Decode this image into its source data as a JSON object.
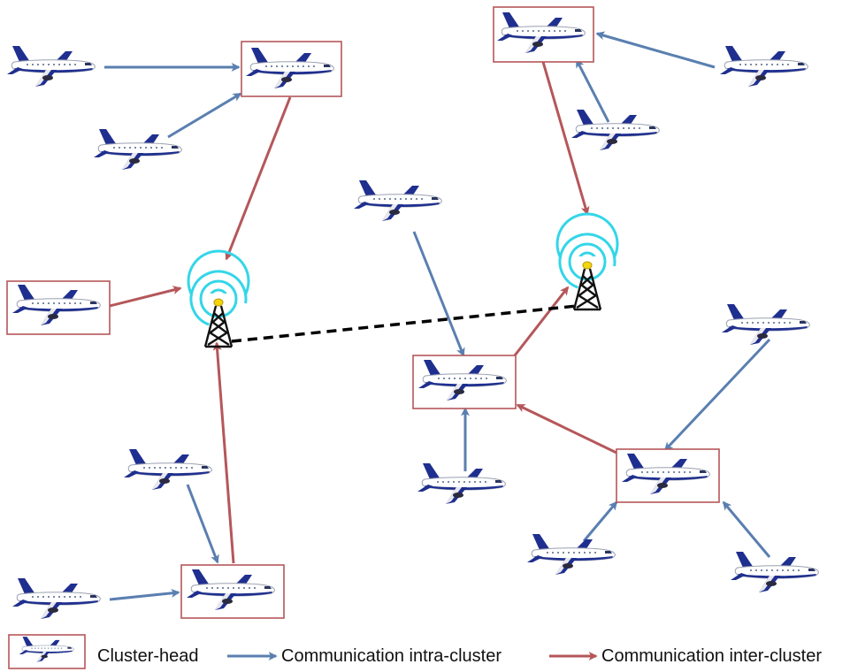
{
  "colors": {
    "intra": "#5a7fb0",
    "inter": "#b5575a",
    "cluster_box": "#b5575a",
    "link": "#000000",
    "signal": "#33d6e8",
    "antenna_tip": "#f2d50f",
    "plane_body": "#ffffff",
    "plane_stripe": "#1f2f8f"
  },
  "icons": {
    "plane": "airplane-icon",
    "tower": "radio-tower-icon",
    "cluster_box": "cluster-head-box"
  },
  "legend": {
    "cluster_head": "Cluster-head",
    "intra_cluster": "Communication intra-cluster",
    "inter_cluster": "Communication inter-cluster"
  }
}
